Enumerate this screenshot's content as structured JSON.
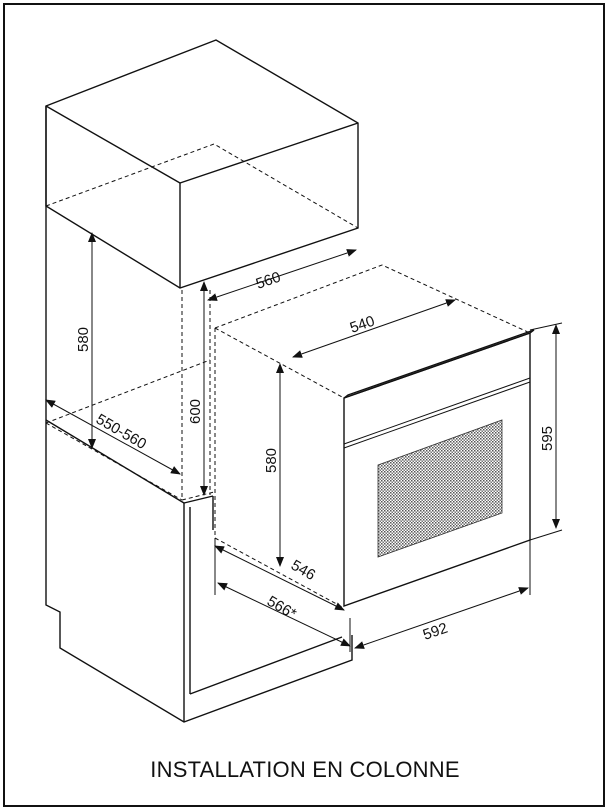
{
  "caption": "INSTALLATION EN COLONNE",
  "dimensions": {
    "niche_width": "560",
    "niche_height_left": "580",
    "niche_depth": "550-560",
    "niche_height_center": "600",
    "oven_body_width": "540",
    "oven_body_height": "580",
    "oven_front_height": "595",
    "oven_body_depth": "546",
    "oven_overall_depth": "566*",
    "oven_front_width": "592"
  }
}
